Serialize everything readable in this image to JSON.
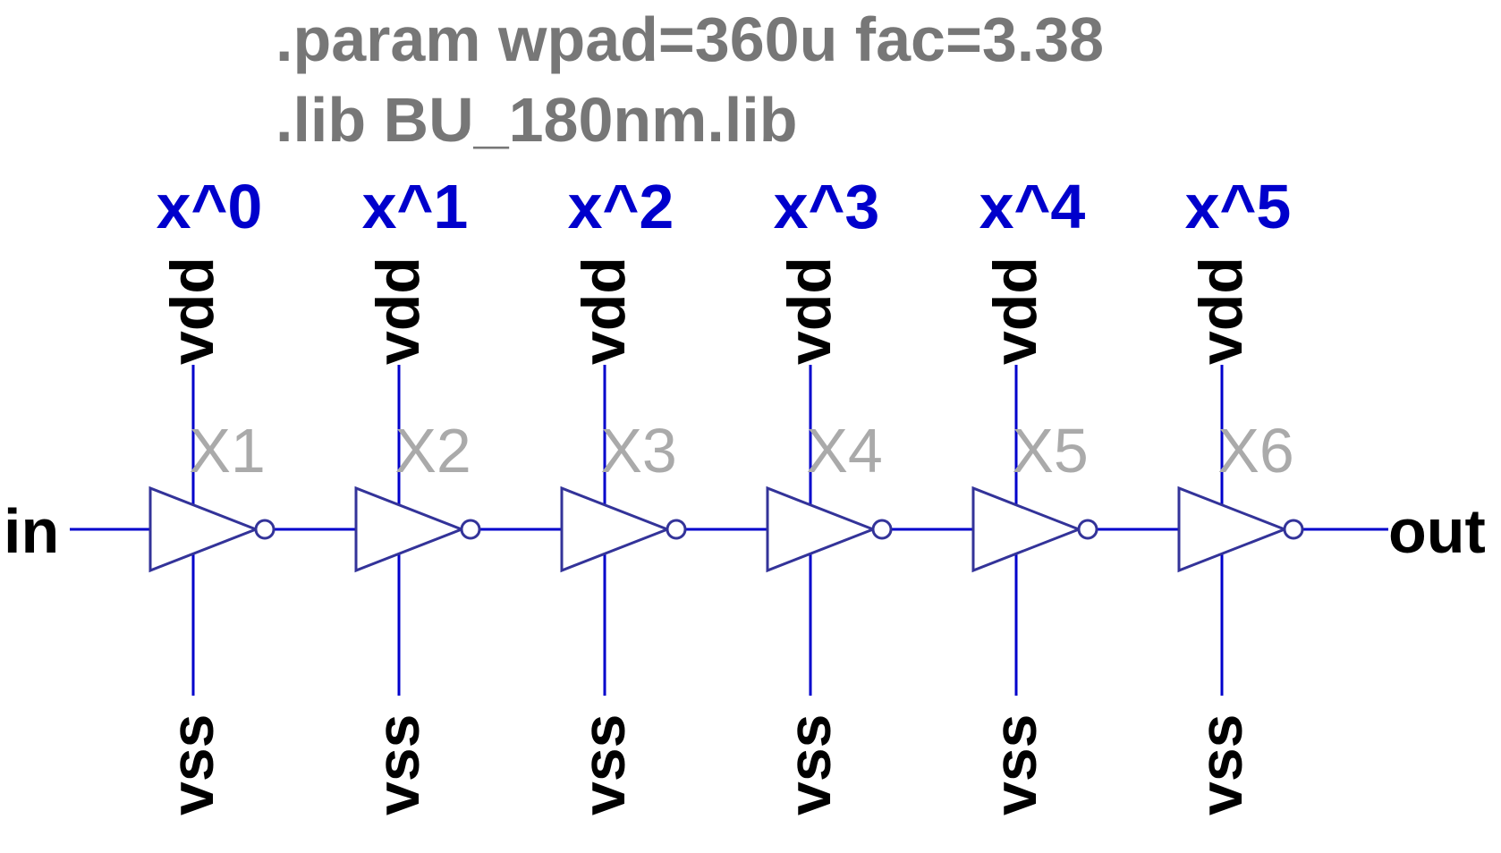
{
  "directives": [
    ".param wpad=360u fac=3.38",
    ".lib BU_180nm.lib"
  ],
  "ports": {
    "input": "in",
    "output": "out"
  },
  "stages": [
    {
      "instance": "X1",
      "param": "x^0",
      "supply": "vdd",
      "ground": "vss"
    },
    {
      "instance": "X2",
      "param": "x^1",
      "supply": "vdd",
      "ground": "vss"
    },
    {
      "instance": "X3",
      "param": "x^2",
      "supply": "vdd",
      "ground": "vss"
    },
    {
      "instance": "X4",
      "param": "x^3",
      "supply": "vdd",
      "ground": "vss"
    },
    {
      "instance": "X5",
      "param": "x^4",
      "supply": "vdd",
      "ground": "vss"
    },
    {
      "instance": "X6",
      "param": "x^5",
      "supply": "vdd",
      "ground": "vss"
    }
  ],
  "colors": {
    "wire": "#0000CC",
    "symbol": "#333399",
    "directive_text": "#777777",
    "instance_text": "#AAAAAA",
    "param_text": "#0000CC",
    "label_text": "#000000"
  }
}
